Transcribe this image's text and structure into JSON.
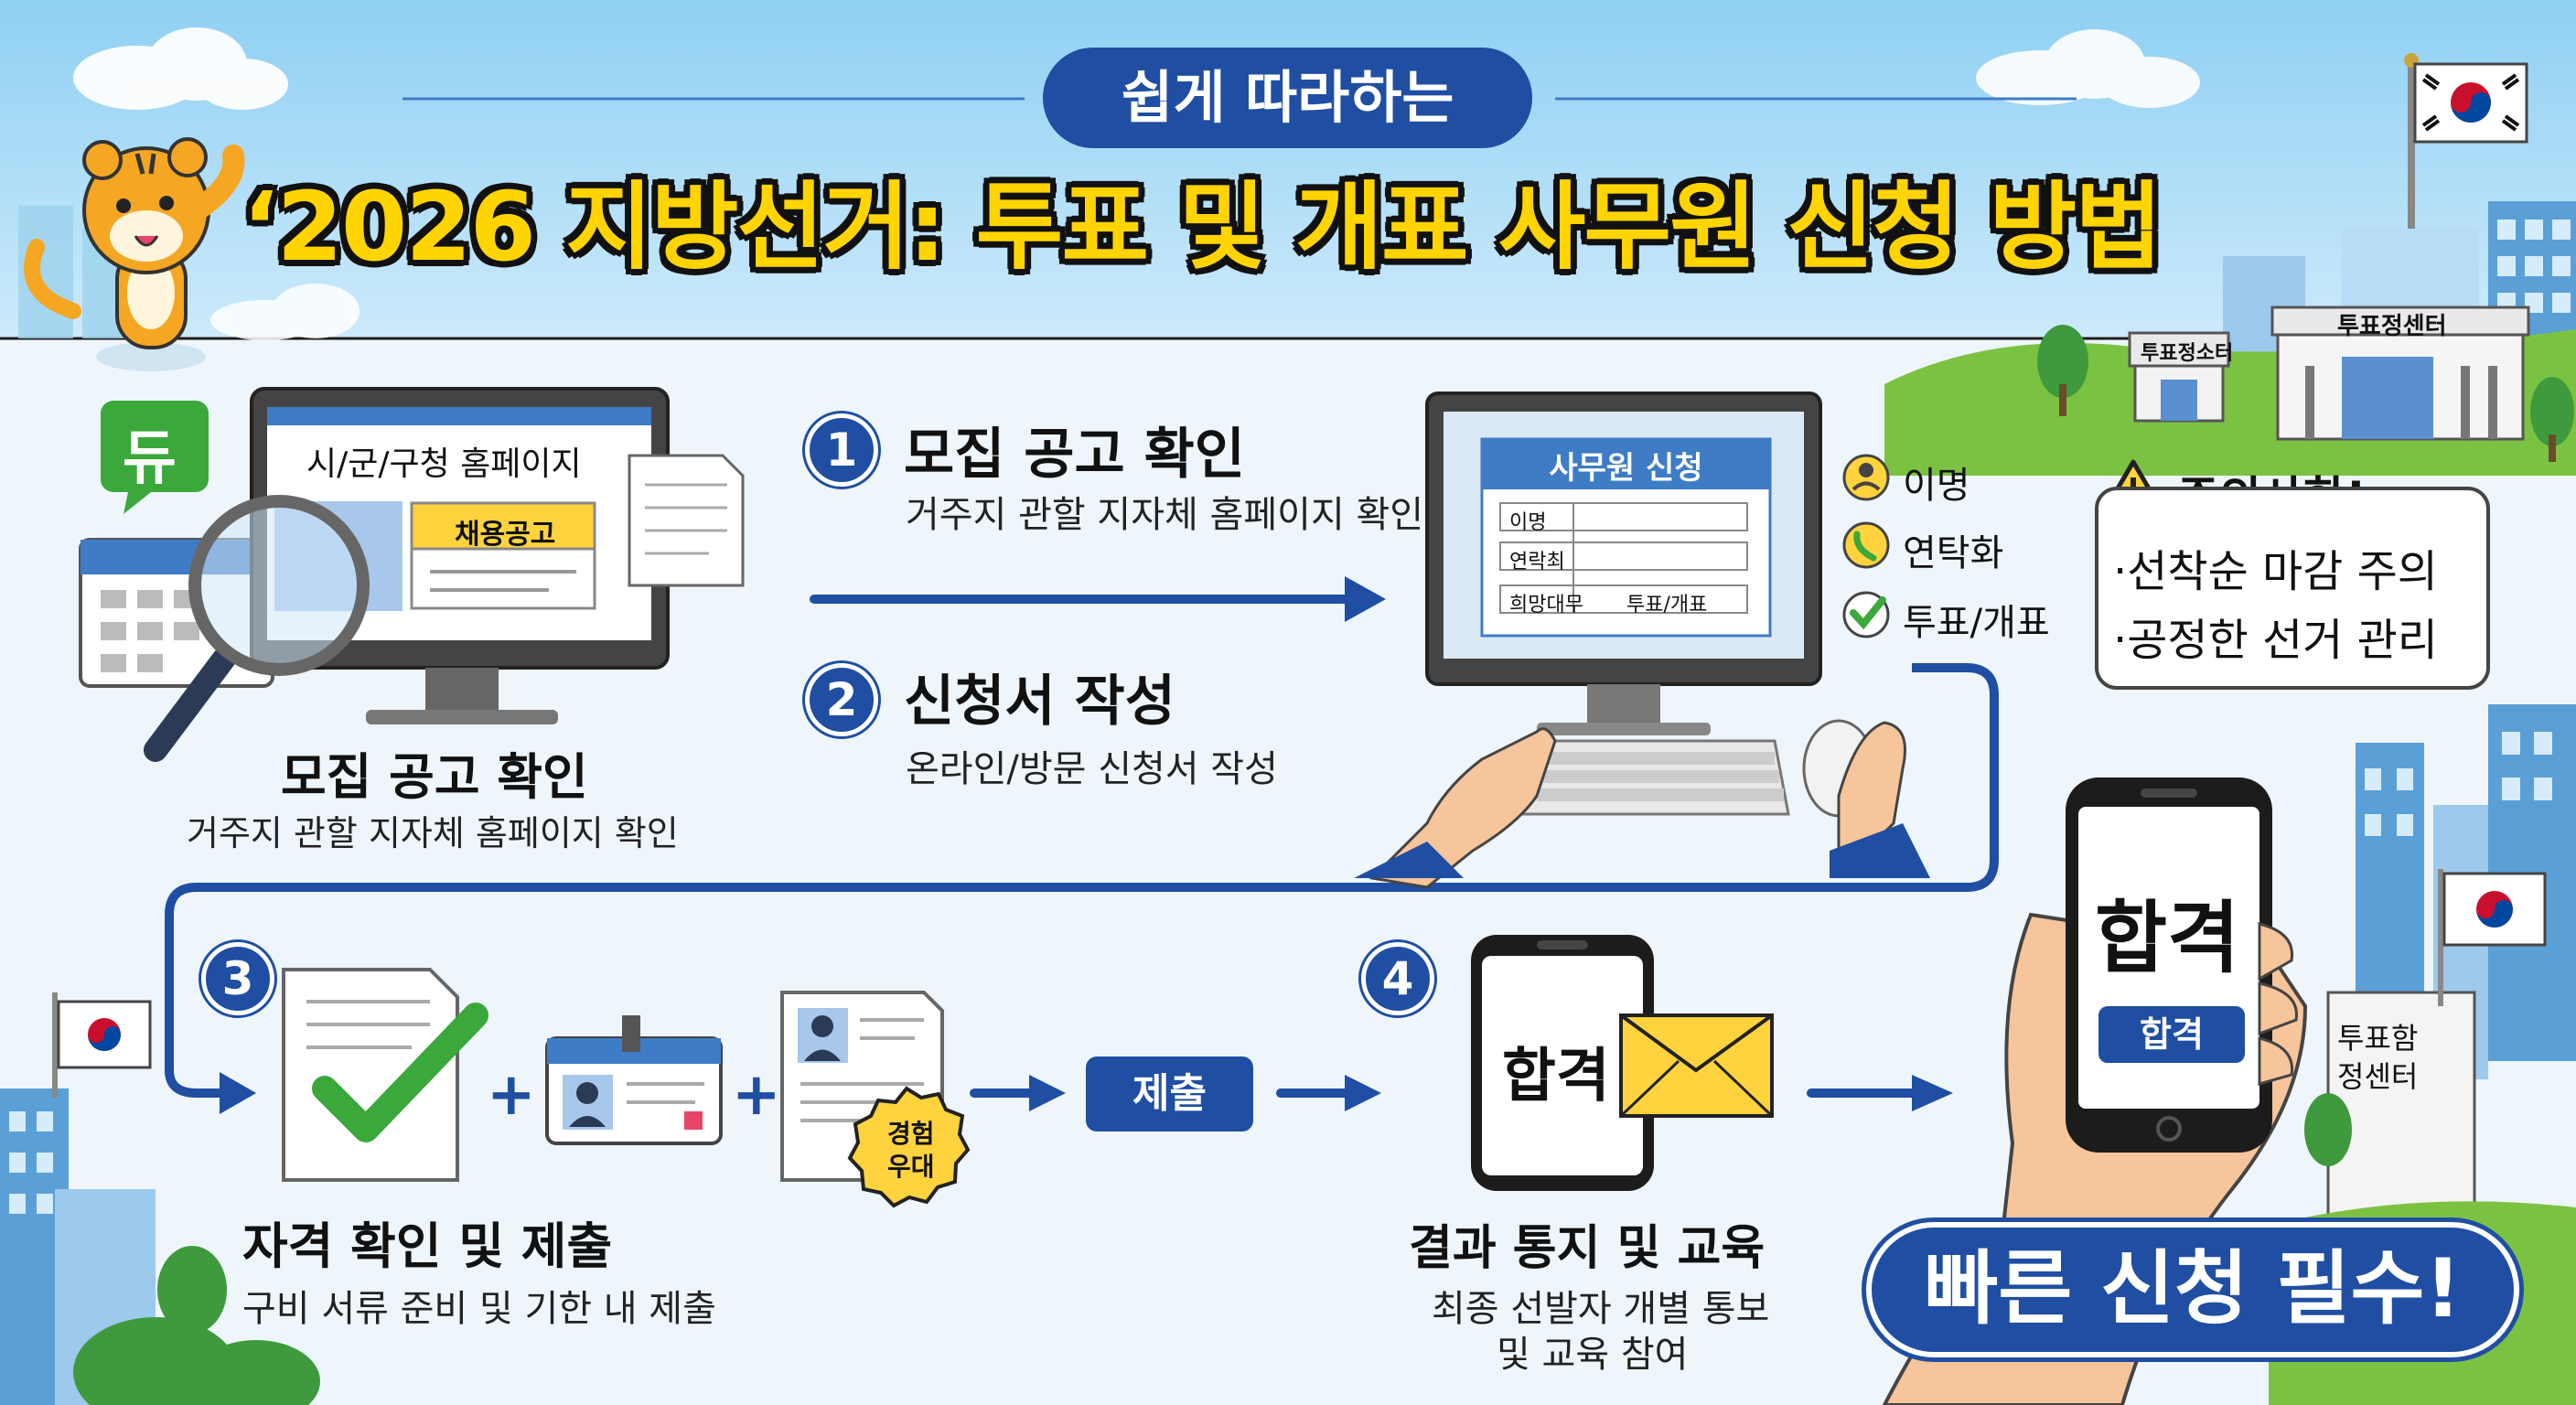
{
  "header": {
    "subtitle": "쉽게 따라하는",
    "title": "‘2026 지방선거: 투표 및 개표 사무원 신청 방법"
  },
  "left_panel": {
    "chat_icon_text": "듀",
    "monitor_label": "시/군/구청 홈페이지",
    "job_posting_label": "채용공고",
    "caption_title": "모집 공고 확인",
    "caption_desc": "거주지 관할 지자체 홈페이지 확인"
  },
  "steps": [
    {
      "number": "1",
      "title": "모집 공고 확인",
      "desc": "거주지 관할 지자체 홈페이지 확인"
    },
    {
      "number": "2",
      "title": "신청서 작성",
      "desc": "온라인/방문 신청서 작성"
    },
    {
      "number": "3",
      "title": "자격 확인 및 제출",
      "desc": "구비 서류 준비 및 기한 내 제출"
    },
    {
      "number": "4",
      "title": "결과 통지 및 교육",
      "desc_line1": "최종 선발자 개별 통보",
      "desc_line2": "및 교육 참여"
    }
  ],
  "application_form": {
    "title": "사무원 신청",
    "fields": [
      "이명",
      "연락최",
      "희망대무"
    ],
    "field_value": "투표/개표"
  },
  "form_side_list": [
    {
      "icon": "person-icon",
      "label": "이명"
    },
    {
      "icon": "phone-icon",
      "label": "연탁화"
    },
    {
      "icon": "check-icon",
      "label": "투표/개표"
    }
  ],
  "notice": {
    "title": "주의사항!",
    "items": [
      "·선착순 마감 주의",
      "·공정한 선거 관리"
    ]
  },
  "step3_items": {
    "plus_symbol": "+",
    "badge_text_line1": "경험",
    "badge_text_line2": "우대",
    "submit_label": "제출"
  },
  "step4": {
    "phone_text": "합격"
  },
  "result_phone": {
    "big_text": "합격",
    "button_label": "합격"
  },
  "buildings": {
    "polling_station": "투표정소터",
    "polling_center": "투표정센터",
    "right_building_line1": "투표함",
    "right_building_line2": "정센터"
  },
  "cta": "빠른 신청 필수!",
  "colors": {
    "accent_blue": "#1f4ea3",
    "title_yellow": "#ffd400",
    "sky": "#8fd0f3",
    "grass": "#7cc242",
    "check_green": "#3aa83a",
    "badge_yellow": "#ffd33d"
  }
}
